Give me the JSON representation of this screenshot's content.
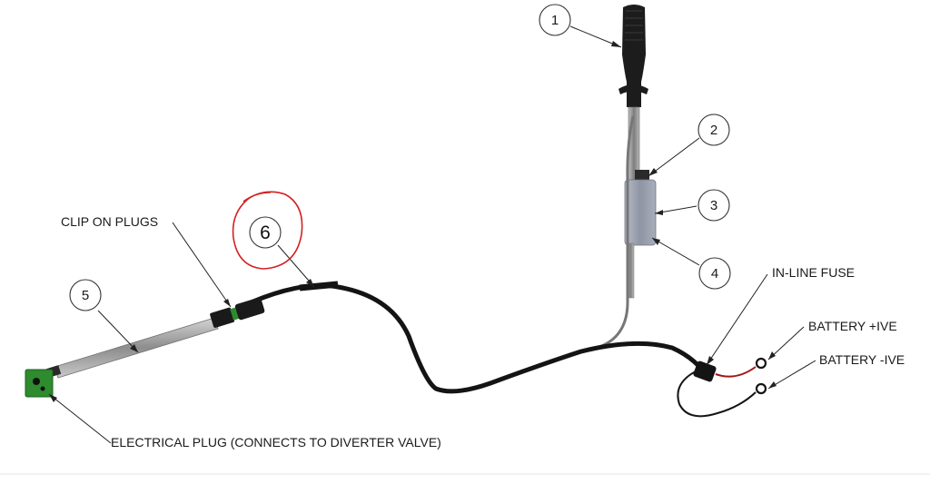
{
  "labels": {
    "clip_on_plugs": "CLIP ON PLUGS",
    "in_line_fuse": "IN-LINE FUSE",
    "battery_pos": "BATTERY +IVE",
    "battery_neg": "BATTERY -IVE",
    "electrical_plug": "ELECTRICAL PLUG (CONNECTS TO DIVERTER VALVE)"
  },
  "balloons": [
    "1",
    "2",
    "3",
    "4",
    "5",
    "6"
  ],
  "colors": {
    "cable": "#141414",
    "rod": "#9a9a9a",
    "plug_green": "#2e8b2e",
    "handle": "#1c1c1c",
    "switch_box": "#9aa0ad",
    "annotation_red": "#d42020",
    "fuse_wire_red": "#a01818"
  }
}
